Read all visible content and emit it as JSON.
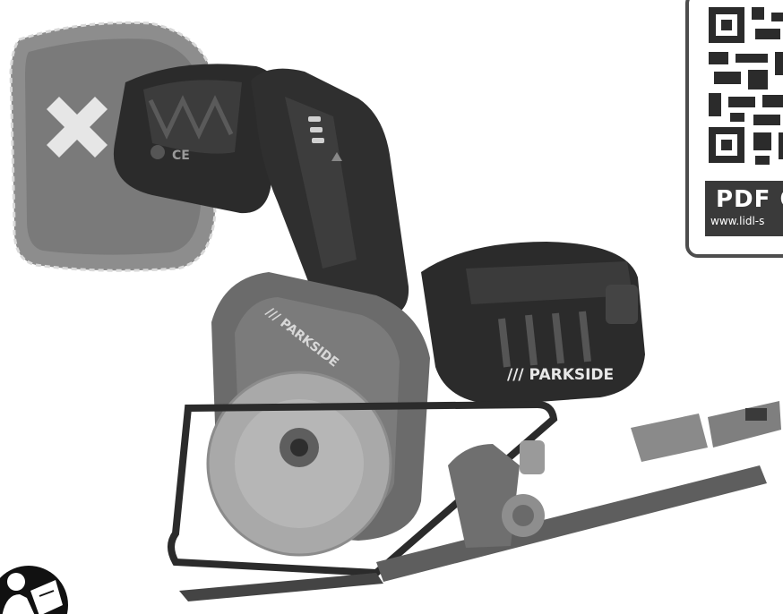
{
  "product": {
    "brand_motor": "/// PARKSIDE",
    "brand_guard": "/// PARKSIDE",
    "ce_mark": "CE"
  },
  "qr_card": {
    "pdf_label": "PDF O",
    "url": "www.lidl-s"
  },
  "icons": {
    "not_included": "cross-icon",
    "manual": "read-manual-icon"
  },
  "colors": {
    "tool_dark": "#2b2b2b",
    "tool_mid": "#6b6b6b",
    "tool_light": "#a9a9a9",
    "battery_gray": "#8d8d8d",
    "label_bg": "#3a3a3a"
  }
}
